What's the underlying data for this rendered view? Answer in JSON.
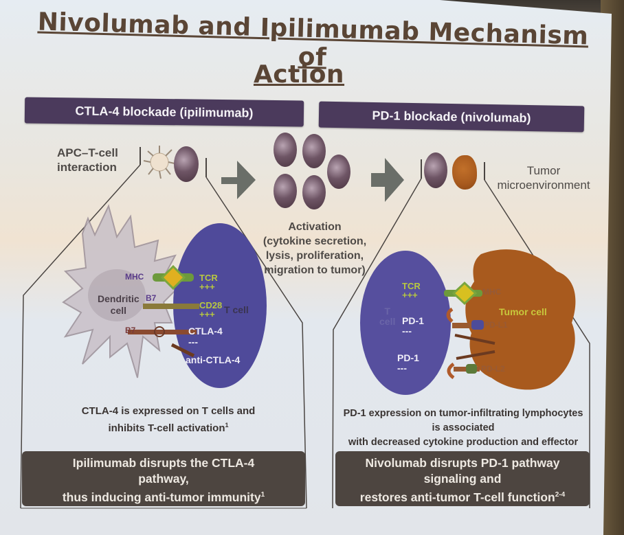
{
  "slide": {
    "title_line1": "Nivolumab and Ipilimumab Mechanism of",
    "title_line2": "Action",
    "colors": {
      "header_bg": "#4b3a5c",
      "summary_bg": "#4d4540",
      "t_cell": "#4f4a9a",
      "tumor_cell": "#a85a1e",
      "title_text": "#5a4535"
    }
  },
  "left_panel": {
    "header": "CTLA-4 blockade (ipilimumab)",
    "apc_label_line1": "APC–T-cell",
    "apc_label_line2": "interaction",
    "diagram": {
      "dendritic_cell_line1": "Dendritic",
      "dendritic_cell_line2": "cell",
      "mhc": "MHC",
      "b7_top": "B7",
      "b7_bottom": "B7",
      "tcr": "TCR",
      "tcr_sign": "+++",
      "cd28": "CD28",
      "cd28_sign": "+++",
      "t_cell": "T cell",
      "ctla4": "CTLA-4",
      "ctla4_sign": "---",
      "anti_ctla4": "anti-CTLA-4"
    },
    "caption_line1": "CTLA-4 is expressed on T cells and",
    "caption_line2": "inhibits T-cell activation",
    "caption_ref": "1",
    "summary_line1": "Ipilimumab disrupts the CTLA-4",
    "summary_line2": "pathway,",
    "summary_line3": "thus inducing anti-tumor immunity",
    "summary_ref": "1"
  },
  "center": {
    "activation_line1": "Activation",
    "activation_line2": "(cytokine secretion,",
    "activation_line3": "lysis, proliferation,",
    "activation_line4": "migration to tumor)"
  },
  "right_panel": {
    "header": "PD-1 blockade (nivolumab)",
    "tumor_label_line1": "Tumor",
    "tumor_label_line2": "microenvironment",
    "diagram": {
      "tcr": "TCR",
      "tcr_sign": "+++",
      "t_cell_line1": "T",
      "t_cell_line2": "cell",
      "pd1_top": "PD-1",
      "pd1_top_sign": "---",
      "pd1_bottom": "PD-1",
      "pd1_bottom_sign": "---",
      "mhc": "MHC",
      "pdl1": "PD-L1",
      "pdl2": "PD-L2",
      "tumor_cell": "Tumor cell"
    },
    "caption_line1": "PD-1 expression on tumor-infiltrating lymphocytes",
    "caption_line2": "is associated",
    "caption_line3": "with decreased cytokine production and effector",
    "summary_line1": "Nivolumab disrupts PD-1 pathway",
    "summary_line2": "signaling and",
    "summary_line3": "restores anti-tumor T-cell function",
    "summary_ref": "2-4"
  }
}
